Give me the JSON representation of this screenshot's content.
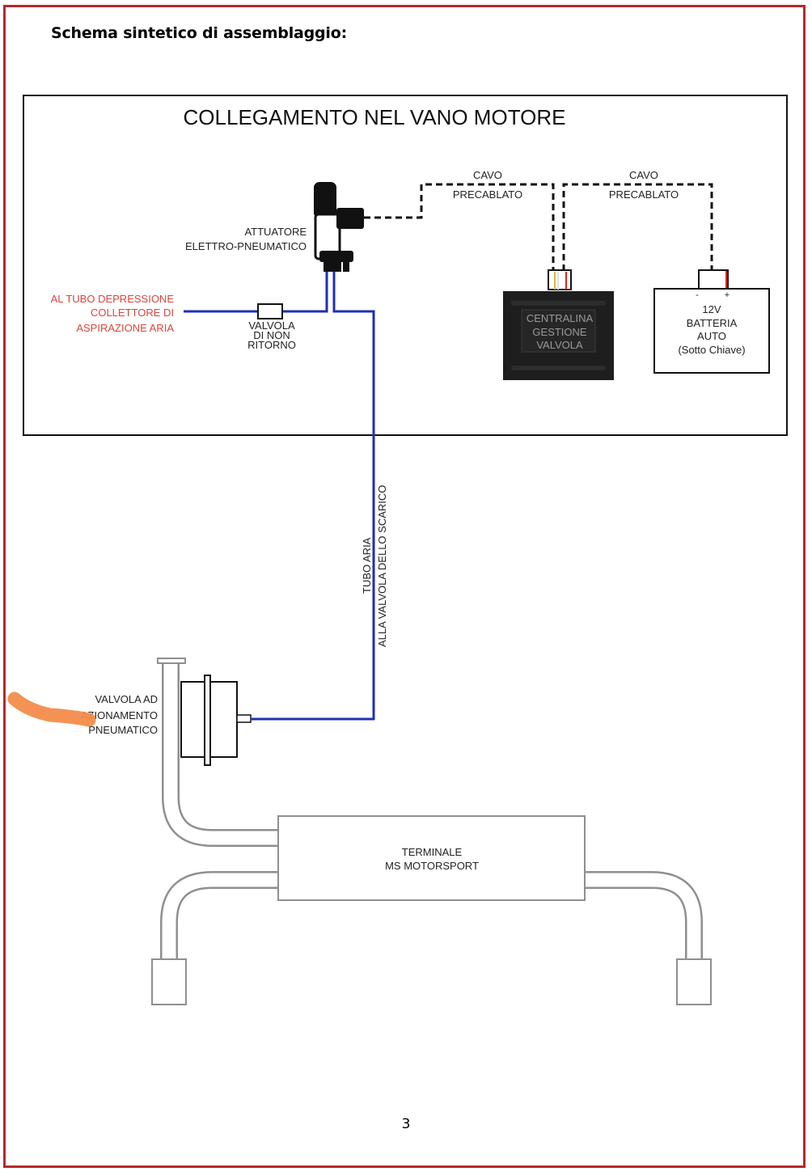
{
  "heading": "Schema sintetico di assemblaggio:",
  "page_number": "3",
  "engine_bay": {
    "title": "COLLEGAMENTO NEL VANO MOTORE",
    "actuator_label": [
      "ATTUATORE",
      "ELETTRO-PNEUMATICO"
    ],
    "vacuum_source_label": [
      "AL TUBO DEPRESSIONE",
      "COLLETTORE DI",
      "ASPIRAZIONE ARIA"
    ],
    "check_valve_label": [
      "VALVOLA",
      "DI NON",
      "RITORNO"
    ],
    "cable_1_label": [
      "CAVO",
      "PRECABLATO"
    ],
    "cable_2_label": [
      "CAVO",
      "PRECABLATO"
    ],
    "control_unit_label": [
      "CENTRALINA",
      "GESTIONE",
      "VALVOLA"
    ],
    "battery_label": [
      "12V",
      "BATTERIA",
      "AUTO",
      "(Sotto Chiave)"
    ],
    "battery_minus": "-",
    "battery_plus": "+"
  },
  "air_tube_label": [
    "TUBO ARIA",
    "ALLA VALVOLA DELLO SCARICO"
  ],
  "exhaust_valve_label": [
    "VALVOLA AD",
    "AZIONAMENTO",
    "PNEUMATICO"
  ],
  "muffler_label": [
    "TERMINALE",
    "MS MOTORSPORT"
  ],
  "colors": {
    "frame": "#b52a2a",
    "air_line": "#1f2fb5",
    "vacuum_label": "#d9453e",
    "exhaust_pipe": "#9a9a9a",
    "control_unit_body": "#1e1e1e",
    "annotation_highlight": "#f28c4a"
  }
}
